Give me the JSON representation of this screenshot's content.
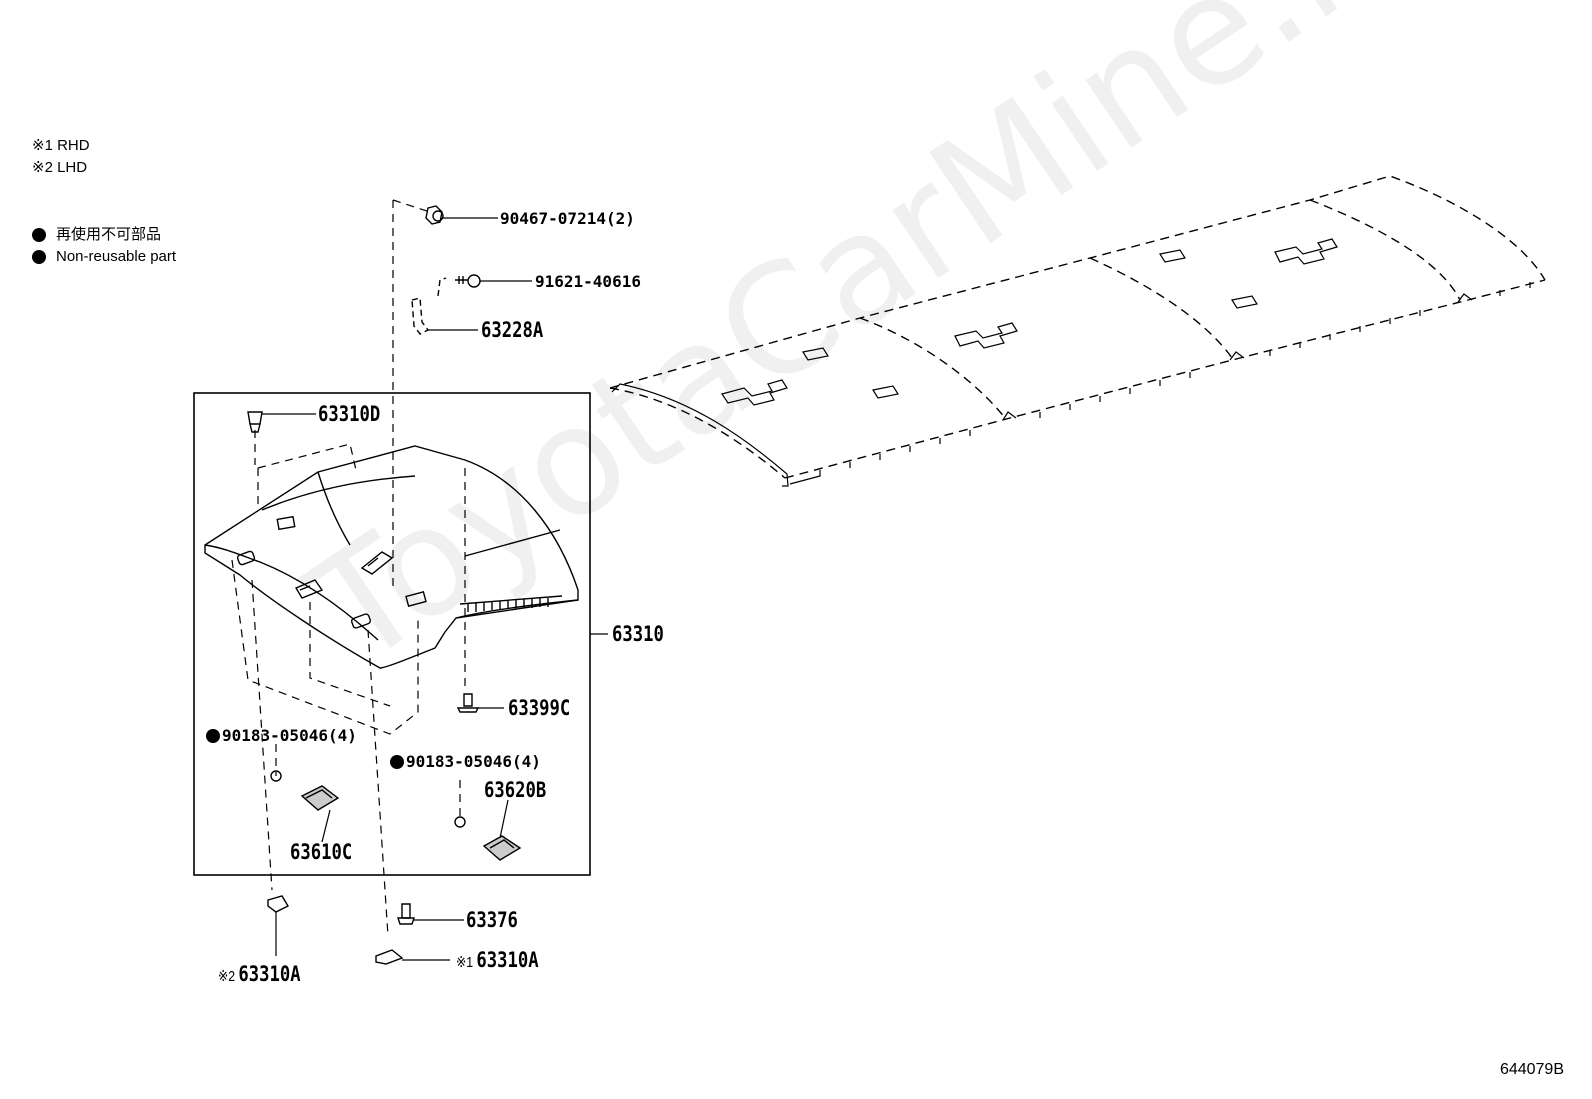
{
  "legend": {
    "note_rhd": "※1 RHD",
    "note_lhd": "※2 LHD",
    "non_reusable_jp": "再使用不可部品",
    "non_reusable_en": "Non-reusable part"
  },
  "parts": {
    "p90467": "90467-07214(2)",
    "p91621": "91621-40616",
    "p63228A": "63228A",
    "p63310D": "63310D",
    "p63310": "63310",
    "p63399C": "63399C",
    "p90183_left": "90183-05046(4)",
    "p90183_right": "90183-05046(4)",
    "p63620B": "63620B",
    "p63610C": "63610C",
    "p63376": "63376",
    "p63310A_lhd": "63310A",
    "p63310A_rhd": "63310A",
    "marker_lhd": "※2",
    "marker_rhd": "※1"
  },
  "watermark": "ToyotaCarMine.ru",
  "diagram_code": "644079B"
}
